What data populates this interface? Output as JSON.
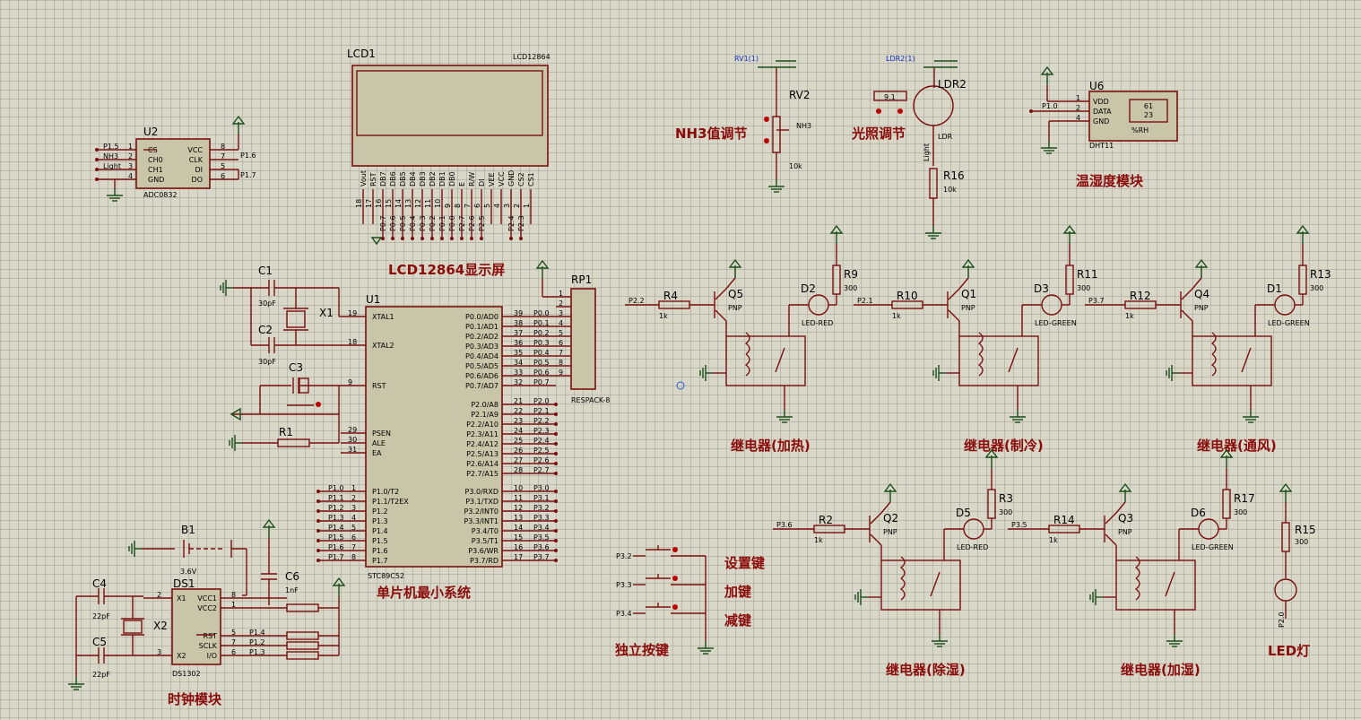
{
  "lcd": {
    "ref": "LCD1",
    "part": "LCD12864",
    "title": "LCD12864显示屏",
    "pins": [
      "Vout",
      "RST",
      "DB7",
      "DB6",
      "DB5",
      "DB4",
      "DB3",
      "DB2",
      "DB1",
      "DB0",
      "E",
      "R/W",
      "DI",
      "VEE",
      "VCC",
      "GND",
      "CS2",
      "CS1"
    ],
    "pin_numbers": [
      "18",
      "17",
      "16",
      "15",
      "14",
      "13",
      "12",
      "11",
      "10",
      "9",
      "8",
      "7",
      "6",
      "5",
      "4",
      "3",
      "2",
      "1"
    ],
    "nets": [
      "P0.7",
      "P0.6",
      "P0.5",
      "P0.4",
      "P0.3",
      "P0.2",
      "P0.1",
      "P0.0",
      "P2.7",
      "P2.6",
      "P2.5",
      "P2.4",
      "P2.3"
    ]
  },
  "adc": {
    "ref": "U2",
    "part": "ADC0832",
    "left_pins": [
      "CS",
      "CH0",
      "CH1",
      "GND"
    ],
    "left_nums": [
      "1",
      "2",
      "3",
      "4"
    ],
    "left_nets": [
      "P1.5",
      "NH3",
      "Light",
      ""
    ],
    "right_pins": [
      "VCC",
      "CLK",
      "DI",
      "DO"
    ],
    "right_nums": [
      "8",
      "7",
      "5",
      "6"
    ],
    "right_nets": [
      "P1.6",
      "P1.7"
    ]
  },
  "rv2": {
    "ref": "RV2",
    "label": "RV1(1)",
    "value": "10k",
    "net": "NH3",
    "title": "NH3值调节"
  },
  "ldr": {
    "ref": "LDR2",
    "label": "LDR2(1)",
    "type": "LDR",
    "meter": "9.1",
    "title": "光照调节",
    "r16": "R16",
    "r16_val": "10k",
    "net": "Light"
  },
  "dht": {
    "ref": "U6",
    "part": "DHT11",
    "pins": [
      "VDD",
      "DATA",
      "GND"
    ],
    "nums": [
      "1",
      "2",
      "4"
    ],
    "net": "P1.0",
    "temp": "61",
    "hum": "23",
    "unit": "%RH",
    "title": "温湿度模块"
  },
  "mcu": {
    "ref": "U1",
    "part": "STC89C52",
    "title": "单片机最小系统",
    "left_pins": [
      "XTAL1",
      "XTAL2",
      "RST",
      "PSEN",
      "ALE",
      "EA"
    ],
    "left_nums": [
      "19",
      "18",
      "9",
      "29",
      "30",
      "31"
    ],
    "p1_pins": [
      "P1.0/T2",
      "P1.1/T2EX",
      "P1.2",
      "P1.3",
      "P1.4",
      "P1.5",
      "P1.6",
      "P1.7"
    ],
    "p1_nets": [
      "P1.0",
      "P1.1",
      "P1.2",
      "P1.3",
      "P1.4",
      "P1.5",
      "P1.6",
      "P1.7"
    ],
    "p1_nums": [
      "1",
      "2",
      "3",
      "4",
      "5",
      "6",
      "7",
      "8"
    ],
    "p0_pins": [
      "P0.0/AD0",
      "P0.1/AD1",
      "P0.2/AD2",
      "P0.3/AD3",
      "P0.4/AD4",
      "P0.5/AD5",
      "P0.6/AD6",
      "P0.7/AD7"
    ],
    "p0_nums": [
      "39",
      "38",
      "37",
      "36",
      "35",
      "34",
      "33",
      "32"
    ],
    "p0_nets": [
      "P0.0",
      "P0.1",
      "P0.2",
      "P0.3",
      "P0.4",
      "P0.5",
      "P0.6",
      "P0.7"
    ],
    "p2_pins": [
      "P2.0/A8",
      "P2.1/A9",
      "P2.2/A10",
      "P2.3/A11",
      "P2.4/A12",
      "P2.5/A13",
      "P2.6/A14",
      "P2.7/A15"
    ],
    "p2_nums": [
      "21",
      "22",
      "23",
      "24",
      "25",
      "26",
      "27",
      "28"
    ],
    "p2_nets": [
      "P2.0",
      "P2.1",
      "P2.2",
      "P2.3",
      "P2.4",
      "P2.5",
      "P2.6",
      "P2.7"
    ],
    "p3_pins": [
      "P3.0/RXD",
      "P3.1/TXD",
      "P3.2/INT0",
      "P3.3/INT1",
      "P3.4/T0",
      "P3.5/T1",
      "P3.6/WR",
      "P3.7/RD"
    ],
    "p3_nums": [
      "10",
      "11",
      "12",
      "13",
      "14",
      "15",
      "16",
      "17"
    ],
    "p3_nets": [
      "P3.0",
      "P3.1",
      "P3.2",
      "P3.3",
      "P3.4",
      "P3.5",
      "P3.6",
      "P3.7"
    ]
  },
  "osc": {
    "c1": "C1",
    "c1v": "30pF",
    "c2": "C2",
    "c2v": "30pF",
    "x1": "X1",
    "c3": "C3",
    "r1": "R1"
  },
  "rp1": {
    "ref": "RP1",
    "part": "RESPACK-8",
    "nums": [
      "1",
      "2",
      "3",
      "4",
      "5",
      "6",
      "7",
      "8",
      "9"
    ]
  },
  "rtc": {
    "ref": "DS1",
    "part": "DS1302",
    "b1": "B1",
    "b1v": "3.6V",
    "c6": "C6",
    "c6v": "1nF",
    "c4": "C4",
    "c4v": "22pF",
    "c5": "C5",
    "c5v": "22pF",
    "x2": "X2",
    "left": [
      "X1",
      "X2"
    ],
    "left_nums": [
      "2",
      "3"
    ],
    "right": [
      "VCC1",
      "VCC2",
      "RST",
      "SCLK",
      "I/O"
    ],
    "right_nums": [
      "8",
      "1",
      "5",
      "7",
      "6"
    ],
    "nets": [
      "P1.4",
      "P1.2",
      "P1.3"
    ],
    "title": "时钟模块"
  },
  "relays": [
    {
      "net": "P2.2",
      "r": "R4",
      "rv": "1k",
      "q": "Q5",
      "led": "D2",
      "led_type": "LED-RED",
      "rl": "R9",
      "rlv": "300",
      "title": "继电器(加热)"
    },
    {
      "net": "P2.1",
      "r": "R10",
      "rv": "1k",
      "q": "Q1",
      "led": "D3",
      "led_type": "LED-GREEN",
      "rl": "R11",
      "rlv": "300",
      "title": "继电器(制冷)"
    },
    {
      "net": "P3.7",
      "r": "R12",
      "rv": "1k",
      "q": "Q4",
      "led": "D1",
      "led_type": "LED-GREEN",
      "rl": "R13",
      "rlv": "300",
      "title": "继电器(通风)"
    },
    {
      "net": "P3.6",
      "r": "R2",
      "rv": "1k",
      "q": "Q2",
      "led": "D5",
      "led_type": "LED-RED",
      "rl": "R3",
      "rlv": "300",
      "title": "继电器(除湿)"
    },
    {
      "net": "P3.5",
      "r": "R14",
      "rv": "1k",
      "q": "Q3",
      "led": "D6",
      "led_type": "LED-GREEN",
      "rl": "R17",
      "rlv": "300",
      "title": "继电器(加湿)"
    }
  ],
  "pnp": "PNP",
  "keys": {
    "nets": [
      "P3.2",
      "P3.3",
      "P3.4"
    ],
    "labels": [
      "设置键",
      "加键",
      "减键"
    ],
    "title": "独立按键"
  },
  "led": {
    "r": "R15",
    "rv": "300",
    "net": "P2.0",
    "title": "LED灯"
  },
  "colors": {
    "wire": "#7a0f0f",
    "power": "#1a4d1a",
    "title": "#8b0a0a",
    "lcd": "#48c0c8"
  }
}
